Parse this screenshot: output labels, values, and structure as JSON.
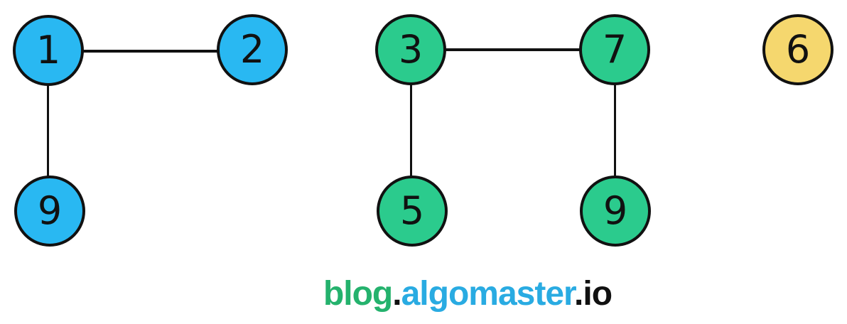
{
  "diagram": {
    "type": "graph-connected-components",
    "node_border_color": "#111111",
    "edge_color": "#111111",
    "background_color": "#ffffff"
  },
  "components": [
    {
      "id": "component-blue",
      "color": "#29b8f2",
      "nodes": [
        {
          "label": "1"
        },
        {
          "label": "2"
        },
        {
          "label": "9"
        }
      ],
      "edges": [
        [
          "1",
          "2"
        ],
        [
          "1",
          "9"
        ]
      ]
    },
    {
      "id": "component-green",
      "color": "#2bcb8d",
      "nodes": [
        {
          "label": "3"
        },
        {
          "label": "7"
        },
        {
          "label": "5"
        },
        {
          "label": "9"
        }
      ],
      "edges": [
        [
          "3",
          "7"
        ],
        [
          "3",
          "5"
        ],
        [
          "7",
          "9"
        ]
      ]
    },
    {
      "id": "component-yellow",
      "color": "#f5d76e",
      "nodes": [
        {
          "label": "6"
        }
      ],
      "edges": []
    }
  ],
  "footer": {
    "parts": [
      {
        "text": "blog",
        "color": "#24b26d"
      },
      {
        "text": ".",
        "color": "#111111"
      },
      {
        "text": "algomaster",
        "color": "#29abe2"
      },
      {
        "text": ".",
        "color": "#111111"
      },
      {
        "text": "io",
        "color": "#111111"
      }
    ]
  }
}
